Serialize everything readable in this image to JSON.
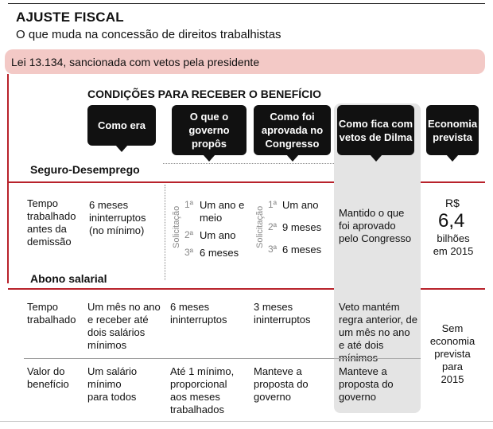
{
  "header": {
    "title": "AJUSTE FISCAL",
    "subtitle": "O que muda na concessão de direitos trabalhistas"
  },
  "law": "Lei 13.134, sancionada com vetos pela presidente",
  "conditions_label": "CONDIÇÕES PARA RECEBER O BENEFÍCIO",
  "columns": {
    "como_era": "Como era",
    "governo": "O que o governo propôs",
    "congresso": "Como foi aprovada no Congresso",
    "vetos": "Como fica com vetos de Dilma",
    "economia": "Economia prevista"
  },
  "seguro": {
    "section": "Seguro-Desempregо",
    "row_label": "Tempo trabalhado antes da demissão",
    "como_era": "6 meses ininterruptos (no mínimo)",
    "solicitacao": "Solicitação",
    "ordinals": [
      "1ª",
      "2ª",
      "3ª"
    ],
    "governo": [
      "Um ano e meio",
      "Um ano",
      "6 meses"
    ],
    "congresso": [
      "Um ano",
      "9 meses",
      "6 meses"
    ],
    "vetos": "Mantido o que foi aprovado pelo Congresso",
    "economia_currency": "R$",
    "economia_value": "6,4",
    "economia_unit": "bilhões em 2015"
  },
  "abono": {
    "section": "Abono salarial",
    "rows": [
      {
        "label": "Tempo trabalhado",
        "como_era": "Um mês no ano e receber até dois salários mínimos",
        "governo": "6 meses ininterruptos",
        "congresso": "3 meses ininterruptos",
        "vetos": "Veto mantém regra anterior, de um mês no ano e até dois mínimos"
      },
      {
        "label": "Valor do benefício",
        "como_era": "Um salário mínimo para todos",
        "governo": "Até 1 mínimo, proporcional aos meses trabalhados",
        "congresso": "Manteve a proposta do governo",
        "vetos": "Manteve a proposta do governo"
      }
    ],
    "economia": "Sem economia prevista para 2015"
  }
}
